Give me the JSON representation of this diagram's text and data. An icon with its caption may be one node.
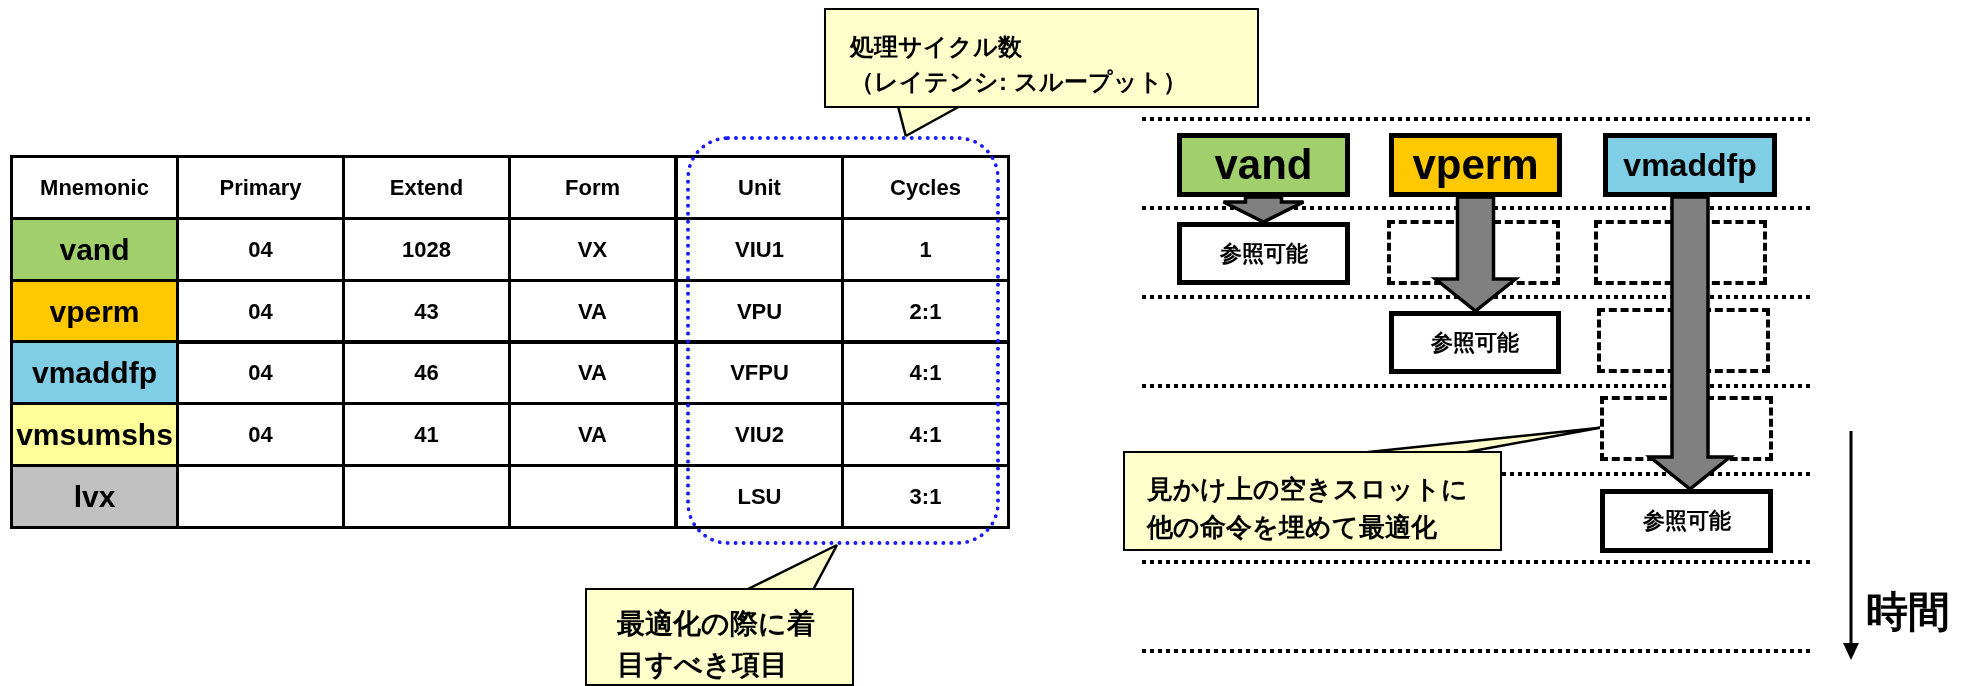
{
  "diagram": {
    "nodes": [
      {
        "text": [
          "処理サイクル数",
          "（レイテンシ: スループット）"
        ]
      },
      {
        "text": [],
        "shape": "box"
      },
      {
        "text": [
          "最適化の際に着目すべき項目"
        ]
      },
      {
        "text": [
          "vand"
        ]
      },
      {
        "text": [
          "vperm"
        ]
      },
      {
        "text": [
          "vmaddfp"
        ]
      },
      {
        "text": [
          "参照可能"
        ]
      },
      {
        "text": [],
        "shape": "box"
      },
      {
        "text": [],
        "shape": "box"
      },
      {
        "text": [
          "参照可能"
        ]
      },
      {
        "text": [],
        "shape": "box"
      },
      {
        "text": [],
        "shape": "box"
      },
      {
        "text": [
          "見かけ上の空きスロットに他の命令を埋めて最適化"
        ]
      },
      {
        "text": [
          "参照可能"
        ]
      }
    ],
    "edges": [
      {
        "from": 0,
        "to": 1,
        "arrow": "to"
      },
      {
        "from": 2,
        "to": 1,
        "arrow": "other"
      },
      {
        "from": 3,
        "to": 6,
        "arrow": "to"
      },
      {
        "from": 4,
        "to": 9,
        "arrow": "to"
      },
      {
        "from": 5,
        "to": 13,
        "arrow": "to"
      },
      {
        "from": 12,
        "to": 11,
        "arrow": "none"
      }
    ],
    "labels": [
      "Mnemonic",
      "Primary",
      "Extend",
      "Form",
      "Unit",
      "Cycles",
      "vand",
      "04",
      "1028",
      "VX",
      "VIU1",
      "1",
      "vperm",
      "04",
      "43",
      "VA",
      "VPU",
      "2:1",
      "vmaddfp",
      "04",
      "46",
      "VA",
      "VFPU",
      "4:1",
      "vmsumshs",
      "04",
      "41",
      "VA",
      "VIU2",
      "4:1",
      "lvx",
      "LSU",
      "3:1",
      "時間"
    ]
  }
}
